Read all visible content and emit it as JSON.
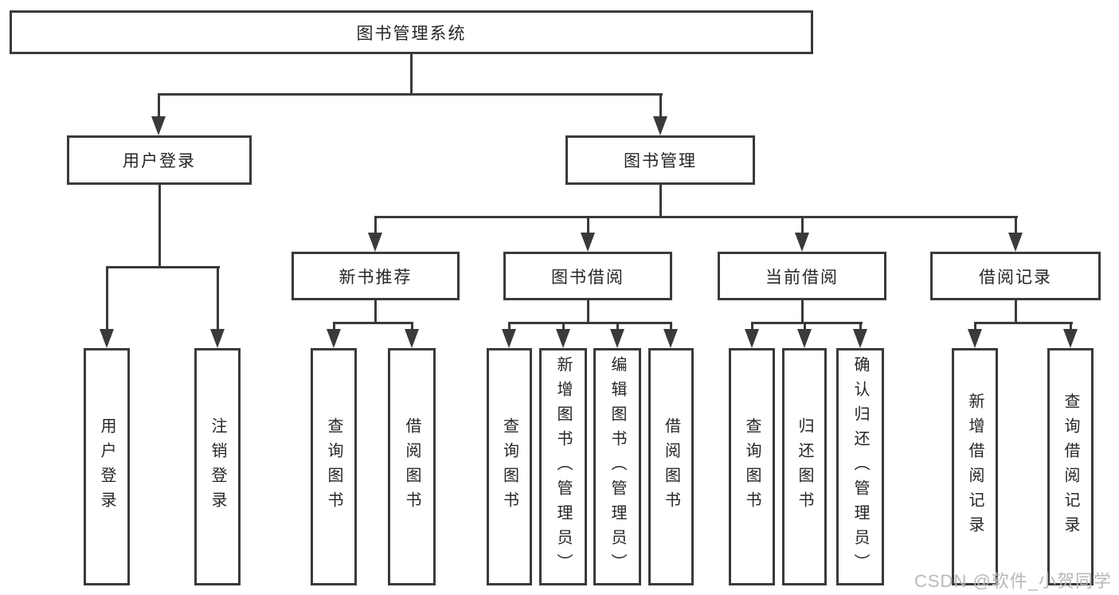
{
  "diagram": {
    "root": {
      "label": "图书管理系统"
    },
    "user_login": {
      "label": "用户登录",
      "children": [
        {
          "label": "用户登录"
        },
        {
          "label": "注销登录"
        }
      ]
    },
    "book_mgmt": {
      "label": "图书管理",
      "children_groups": [
        "新书推荐",
        "图书借阅",
        "当前借阅",
        "借阅记录"
      ]
    },
    "new_book_rec": {
      "label": "新书推荐",
      "children": [
        {
          "label": "查询图书"
        },
        {
          "label": "借阅图书"
        }
      ]
    },
    "book_borrow": {
      "label": "图书借阅",
      "children": [
        {
          "label": "查询图书"
        },
        {
          "label": "新增图书（管理员）"
        },
        {
          "label": "编辑图书（管理员）"
        },
        {
          "label": "借阅图书"
        }
      ]
    },
    "current_borrow": {
      "label": "当前借阅",
      "children": [
        {
          "label": "查询图书"
        },
        {
          "label": "归还图书"
        },
        {
          "label": "确认归还（管理员）"
        }
      ]
    },
    "borrow_record": {
      "label": "借阅记录",
      "children": [
        {
          "label": "新增借阅记录"
        },
        {
          "label": "查询借阅记录"
        }
      ]
    }
  },
  "watermark": "CSDN @软件_小贺同学",
  "colors": {
    "line": "#3a3a3a",
    "text": "#262626",
    "background": "#ffffff",
    "watermark": "#b8b8b8"
  }
}
